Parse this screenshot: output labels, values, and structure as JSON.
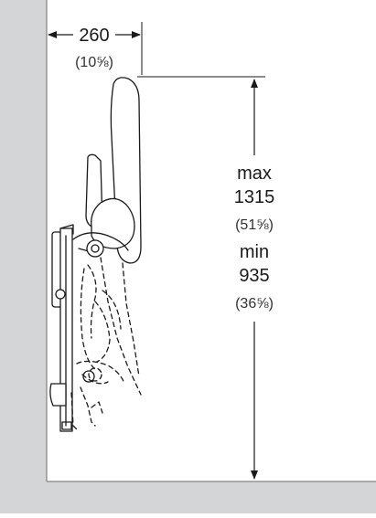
{
  "dimensions": {
    "width_value": "260",
    "width_inches": "(10⅝)",
    "max_label": "max",
    "max_value": "1315",
    "max_inches": "(51⅝)",
    "min_label": "min",
    "min_value": "935",
    "min_inches": "(36⅝)"
  },
  "colors": {
    "wall": "#d4d5d6",
    "line": "#1a1a1a",
    "fixture_fill": "#ffffff"
  }
}
